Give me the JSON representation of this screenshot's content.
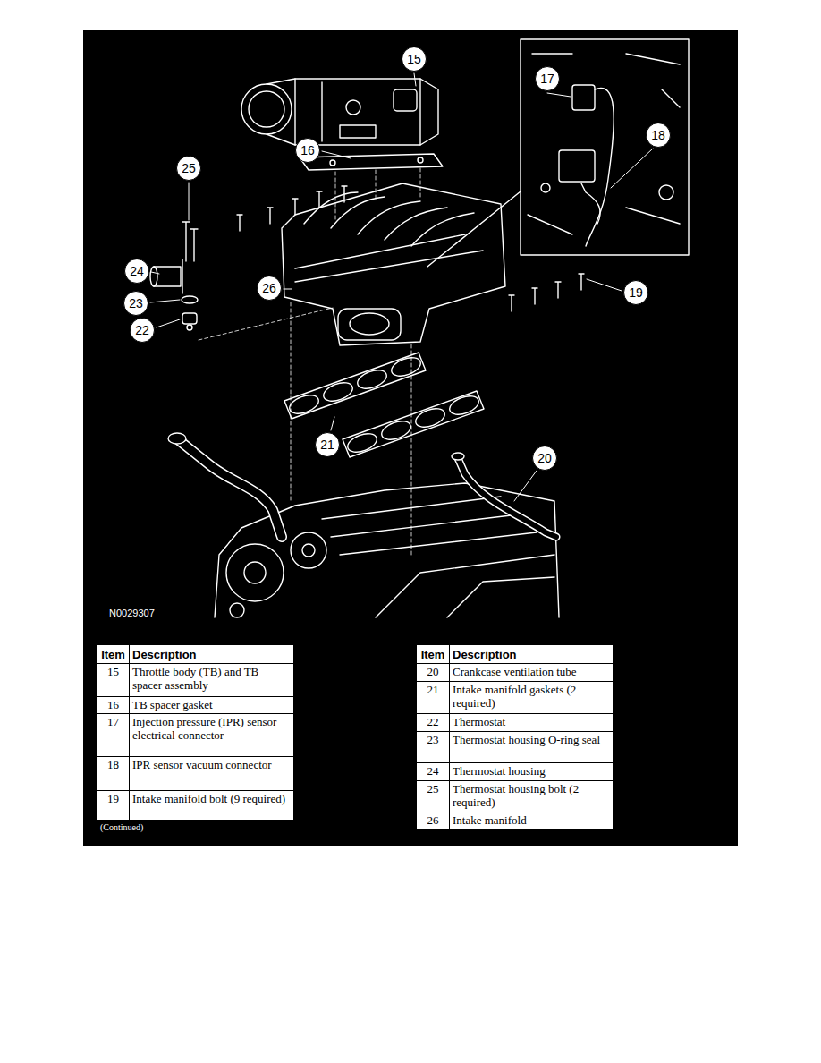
{
  "diagram": {
    "nodes": [
      {
        "text": [
          "15"
        ]
      },
      {
        "text": [
          "16"
        ]
      },
      {
        "text": [
          "17"
        ]
      },
      {
        "text": [
          "18"
        ]
      },
      {
        "text": [
          "19"
        ]
      },
      {
        "text": [
          "20"
        ]
      },
      {
        "text": [
          "21"
        ]
      },
      {
        "text": [
          "22"
        ]
      },
      {
        "text": [
          "23"
        ]
      },
      {
        "text": [
          "24"
        ]
      },
      {
        "text": [
          "25"
        ]
      },
      {
        "text": [
          "26"
        ]
      }
    ],
    "labels": [
      "N0029307",
      "Item",
      "Description",
      "15",
      "Throttle body (TB) and TB spacer assembly",
      "16",
      "TB spacer gasket",
      "17",
      "Injection pressure (IPR) sensor electrical connector",
      "18",
      "IPR sensor vacuum connector",
      "19",
      "Intake manifold bolt (9 required)",
      "(Continued)",
      "Item",
      "Description",
      "20",
      "Crankcase ventilation tube",
      "21",
      "Intake manifold gaskets (2 required)",
      "22",
      "Thermostat",
      "23",
      "Thermostat housing O-ring seal",
      "24",
      "Thermostat housing",
      "25",
      "Thermostat housing bolt (2 required)",
      "26",
      "Intake manifold"
    ]
  }
}
